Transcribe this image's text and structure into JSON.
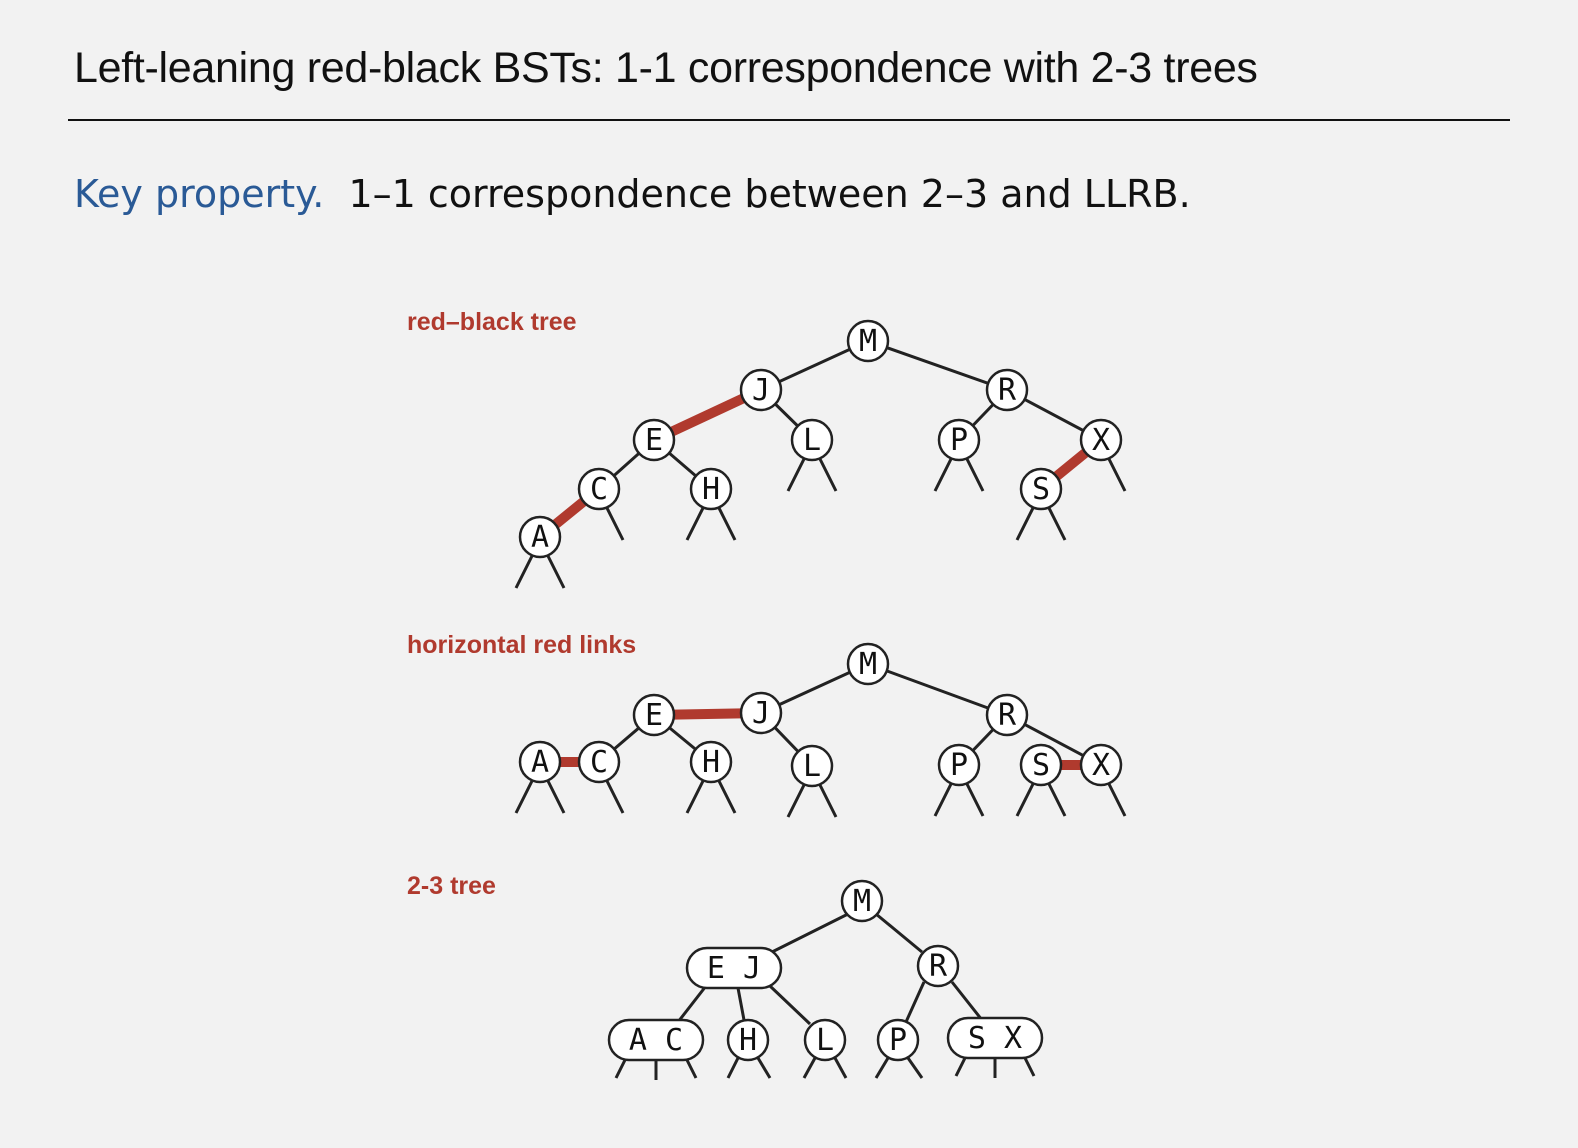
{
  "title": "Left-leaning red-black BSTs:  1-1 correspondence with 2-3 trees",
  "subtitle": {
    "key": "Key property.",
    "text": "1–1 correspondence between 2–3 and LLRB."
  },
  "labels": {
    "rb": "red–black tree",
    "horizontal": "horizontal red links",
    "two_three": "2-3 tree"
  },
  "colors": {
    "red_link": "#b03a2e",
    "black_link": "#222222",
    "label": "#b03a2e",
    "key_property": "#2a5a96"
  },
  "rb_nodes": [
    "M",
    "J",
    "R",
    "E",
    "L",
    "P",
    "X",
    "C",
    "H",
    "S",
    "A"
  ],
  "red_links_rb": [
    "J-E",
    "C-A",
    "X-S"
  ],
  "tt_nodes": [
    "M",
    "E J",
    "R",
    "A C",
    "H",
    "L",
    "P",
    "S X"
  ]
}
